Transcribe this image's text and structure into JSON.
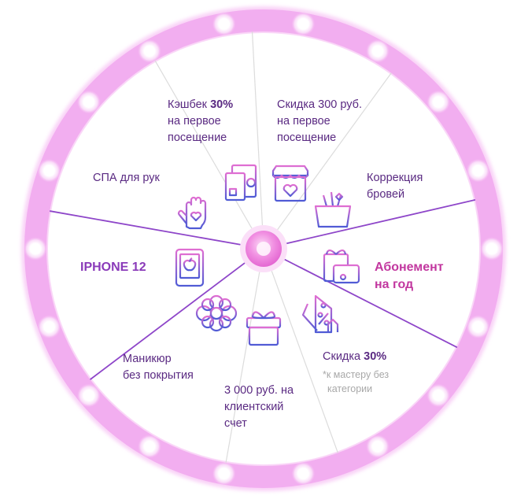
{
  "wheel": {
    "colors": {
      "rim": "#f2aef0",
      "rim_glow": "#f9d2f7",
      "spoke_purple": "#8e46c9",
      "spoke_light": "#dcdcdc",
      "hub": "#ea6fd8",
      "label": "#5a2a82",
      "label_pink": "#c2379f",
      "icon_blue": "#4f5bd5",
      "icon_pink": "#e16dd0"
    },
    "segments": [
      {
        "id": "cashback",
        "line1_a": "Кэшбек ",
        "line1_b": "30%",
        "line2": "на первое",
        "line3": "посещение",
        "icon": "money-card-icon"
      },
      {
        "id": "discount300",
        "line1": "Скидка 300 руб.",
        "line2": "на первое",
        "line3": "посещение",
        "icon": "shop-heart-icon"
      },
      {
        "id": "brows",
        "line1": "Коррекция",
        "line2": "бровей",
        "icon": "cosmetics-bag-icon"
      },
      {
        "id": "subscription",
        "line1": "Абонемент",
        "line2": "на год",
        "icon": "gift-card-icon"
      },
      {
        "id": "discount30",
        "line1_a": "Скидка ",
        "line1_b": "30%",
        "note1": "*к мастеру без",
        "note2": "категории",
        "icon": "percent-tag-icon"
      },
      {
        "id": "account3000",
        "line1": "3 000 руб. на",
        "line2": "клиентский",
        "line3": "счет",
        "icon": "gift-box-icon"
      },
      {
        "id": "manicure",
        "line1": "Маникюр",
        "line2": "без покрытия",
        "icon": "flower-icon"
      },
      {
        "id": "iphone",
        "line1": "IPHONE 12",
        "icon": "tablet-apple-icon"
      },
      {
        "id": "spa",
        "line1": "СПА для рук",
        "icon": "hand-heart-icon"
      }
    ]
  }
}
